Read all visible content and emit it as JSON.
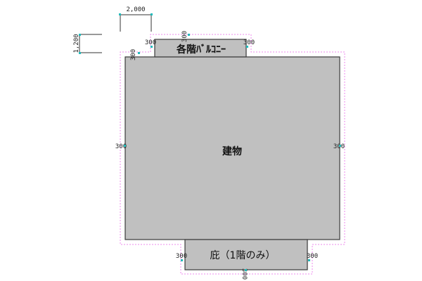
{
  "legend": {
    "width_label": "2,000",
    "height_label": "1,200"
  },
  "rooms": {
    "building": "建物",
    "balcony": "各階ﾊﾞﾙｺﾆｰ",
    "eave": "庇（1階のみ）"
  },
  "offsets": {
    "building_left": "300",
    "building_right": "300",
    "building_top": "300",
    "balcony_top": "300",
    "balcony_left": "300",
    "balcony_right": "300",
    "eave_left": "300",
    "eave_right": "300",
    "eave_bottom": "300"
  },
  "colors": {
    "room_fill": "#c0c0c0",
    "offset_line": "#ee88ee",
    "handle": "#22bbbb"
  }
}
